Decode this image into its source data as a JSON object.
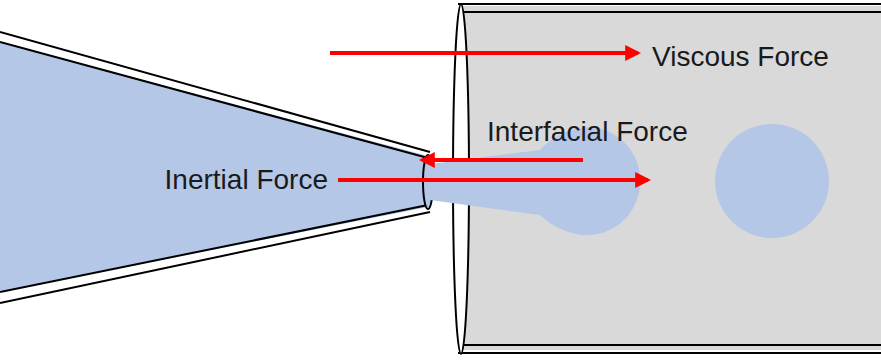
{
  "diagram": {
    "labels": [
      "Viscous Force",
      "Interfacial Force",
      "Inertial Force"
    ]
  }
}
